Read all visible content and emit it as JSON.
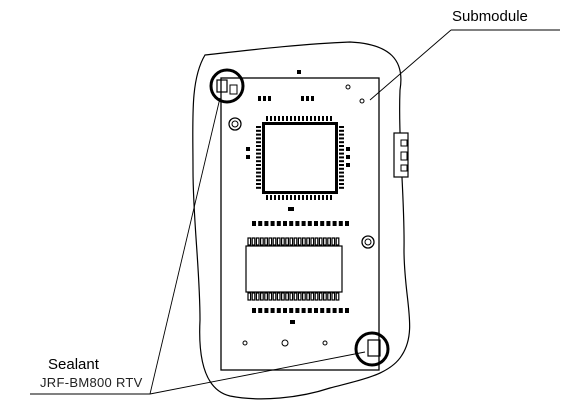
{
  "labels": {
    "submodule": "Submodule",
    "sealant": "Sealant",
    "sealant_spec": "JRF-BM800 RTV"
  },
  "colors": {
    "line": "#000000",
    "background": "#ffffff"
  }
}
